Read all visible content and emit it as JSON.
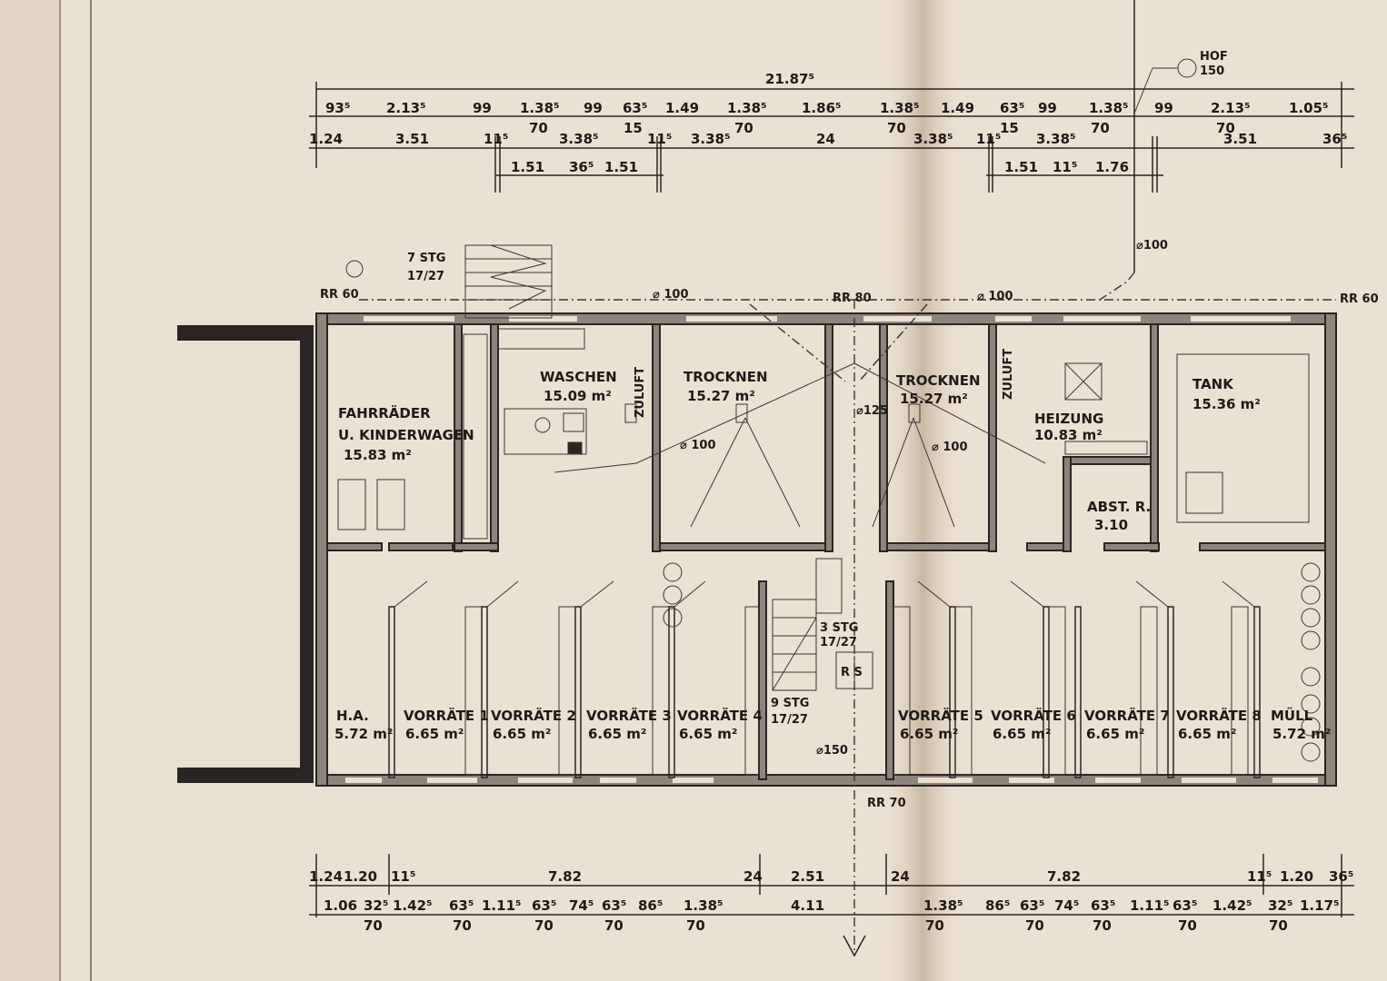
{
  "plan": {
    "total_width": "21.87⁵",
    "rooms": [
      {
        "name": "FAHRRÄDER",
        "name2": "U. KINDERWAGEN",
        "area": "15.83 m²"
      },
      {
        "name": "WASCHEN",
        "area": "15.09 m²"
      },
      {
        "name": "TROCKNEN",
        "area": "15.27 m²"
      },
      {
        "name": "TROCKNEN",
        "area": "15.27 m²"
      },
      {
        "name": "HEIZUNG",
        "area": "10.83 m²"
      },
      {
        "name": "TANK",
        "area": "15.36 m²"
      },
      {
        "name": "ABST. R.",
        "area": "3.10"
      },
      {
        "name": "H.A.",
        "area": "5.72 m²"
      },
      {
        "name": "VORRÄTE 1",
        "area": "6.65 m²"
      },
      {
        "name": "VORRÄTE 2",
        "area": "6.65 m²"
      },
      {
        "name": "VORRÄTE 3",
        "area": "6.65 m²"
      },
      {
        "name": "VORRÄTE 4",
        "area": "6.65 m²"
      },
      {
        "name": "VORRÄTE 5",
        "area": "6.65 m²"
      },
      {
        "name": "VORRÄTE 6",
        "area": "6.65 m²"
      },
      {
        "name": "VORRÄTE 7",
        "area": "6.65 m²"
      },
      {
        "name": "VORRÄTE 8",
        "area": "6.65 m²"
      },
      {
        "name": "MÜLL",
        "area": "5.72 m²"
      }
    ],
    "annotations": {
      "stair_top": "7 STG",
      "stair_top_ratio": "17/27",
      "stair_mid": "3 STG",
      "stair_mid_ratio": "17/27",
      "stair_low": "9 STG",
      "stair_low_ratio": "17/27",
      "rr_left": "RR 60",
      "rr_mid": "RR 80",
      "rr_right": "RR 60",
      "rr_bottom": "RR 70",
      "pipe_left": "⌀ 100",
      "pipe_mid": "⌀ 100",
      "pipe_vertical": "⌀100",
      "pipe_125": "⌀125",
      "pipe_150": "⌀150",
      "pipe_room1": "⌀ 100",
      "pipe_room2": "⌀ 100",
      "hof": "HOF",
      "hof_size": "150",
      "zuluft1": "ZULUFT",
      "zuluft2": "ZULUFT",
      "shaft": "R S"
    },
    "dims_top": {
      "row2": [
        "93⁵",
        "2.13⁵",
        "99",
        "1.38⁵",
        "99",
        "63⁵",
        "1.49",
        "1.38⁵",
        "1.86⁵",
        "1.38⁵",
        "1.49",
        "63⁵",
        "99",
        "1.38⁵",
        "99",
        "2.13⁵",
        "1.05⁵"
      ],
      "row2_sub": [
        "70",
        "15",
        "70",
        "70",
        "15",
        "70",
        "70"
      ],
      "row3": [
        "1.24",
        "3.51",
        "11⁵",
        "3.38⁵",
        "11⁵",
        "3.38⁵",
        "24",
        "3.38⁵",
        "11⁵",
        "3.38⁵",
        "3.51",
        "36⁵"
      ],
      "row4": [
        "1.51",
        "36⁵",
        "1.51",
        "1.51",
        "11⁵",
        "1.76"
      ]
    },
    "dims_bottom": {
      "row1": [
        "1.24",
        "1.20",
        "11⁵",
        "7.82",
        "24",
        "2.51",
        "24",
        "7.82",
        "11⁵",
        "1.20",
        "36⁵"
      ],
      "row2": [
        "1.06",
        "32⁵",
        "1.42⁵",
        "63⁵",
        "1.11⁵",
        "63⁵",
        "74⁵",
        "63⁵",
        "86⁵",
        "1.38⁵",
        "4.11",
        "1.38⁵",
        "86⁵",
        "63⁵",
        "74⁵",
        "63⁵",
        "1.11⁵",
        "63⁵",
        "1.42⁵",
        "32⁵",
        "1.17⁵"
      ],
      "row2_sub": [
        "70",
        "70",
        "70",
        "70",
        "70",
        "70",
        "70",
        "70",
        "70",
        "70"
      ]
    }
  }
}
